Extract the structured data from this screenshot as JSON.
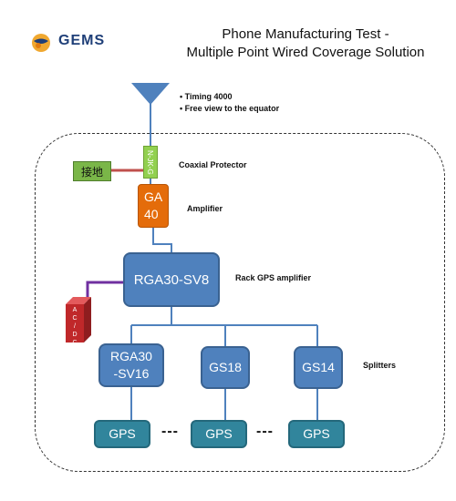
{
  "header": {
    "logo_text": "GEMS",
    "title_line1": "Phone Manufacturing Test -",
    "title_line2": "Multiple Point Wired Coverage Solution"
  },
  "antenna": {
    "notes": [
      "• Timing 4000",
      "• Free view to the equator"
    ]
  },
  "protector": {
    "label": "N-JK-G",
    "note": "Coaxial Protector"
  },
  "ground": {
    "label": "接地"
  },
  "amplifier": {
    "label_line1": "GA",
    "label_line2": "40",
    "note": "Amplifier"
  },
  "rack": {
    "label": "RGA30-SV8",
    "note": "Rack GPS amplifier"
  },
  "power": {
    "label": "A\nC\n/\nD\nC"
  },
  "splitters": {
    "note": "Splitters",
    "items": [
      {
        "line1": "RGA30",
        "line2": "-SV16"
      },
      {
        "line1": "GS18",
        "line2": ""
      },
      {
        "line1": "GS14",
        "line2": ""
      }
    ]
  },
  "gps": {
    "items": [
      "GPS",
      "GPS",
      "GPS"
    ],
    "separator": "---"
  },
  "colors": {
    "box_blue": "#4f81bd",
    "gps_teal": "#31859c",
    "amplifier_orange": "#e46c0a",
    "protector_green": "#92d050",
    "power_red": "#c0282a",
    "cable_blue": "#4f81bd",
    "ground_wire_red": "#c0504d",
    "power_wire_purple": "#7030a0"
  }
}
